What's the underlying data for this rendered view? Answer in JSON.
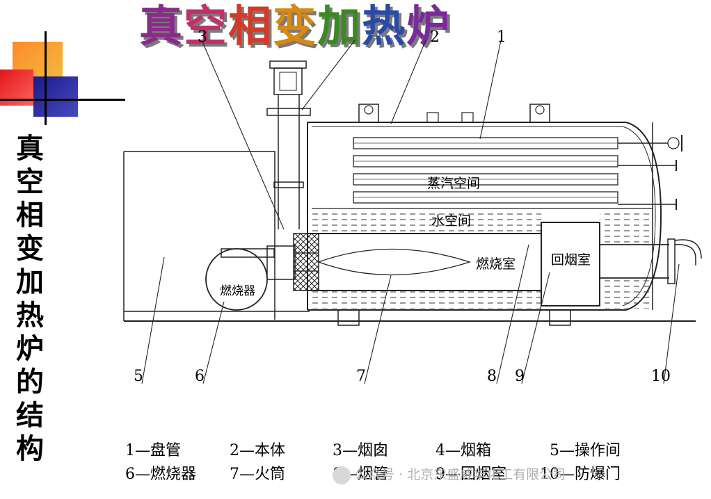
{
  "title_chars": [
    {
      "c": "真",
      "color": "#8a2a8a"
    },
    {
      "c": "空",
      "color": "#c0306a"
    },
    {
      "c": "相",
      "color": "#d43a2a"
    },
    {
      "c": "变",
      "color": "#d88a10"
    },
    {
      "c": "加",
      "color": "#3a8a20"
    },
    {
      "c": "热",
      "color": "#2a4aa8"
    },
    {
      "c": "炉",
      "color": "#7a2a9a"
    }
  ],
  "side_title": [
    "真",
    "空",
    "相",
    "变",
    "加",
    "热",
    "炉",
    "的",
    "结",
    "构"
  ],
  "inner_labels": {
    "steam_space": "蒸汽空间",
    "water_space": "水空间",
    "combustion_chamber": "燃烧室",
    "return_chamber": "回烟室",
    "burner": "燃烧器"
  },
  "callouts": {
    "top": [
      "3",
      "2",
      "1"
    ],
    "bottom": [
      "5",
      "6",
      "7",
      "8",
      "9",
      "10"
    ]
  },
  "legend": {
    "row1": [
      "1—盘管",
      "2—本体",
      "3—烟囱",
      "4—烟箱",
      "5—操作间"
    ],
    "row2": [
      "6—燃烧器",
      "7—火筒",
      "8—烟管",
      "9—回烟室",
      "10—防爆门"
    ]
  },
  "watermark": "公众号 · 北京东盛威华化工有限公司"
}
